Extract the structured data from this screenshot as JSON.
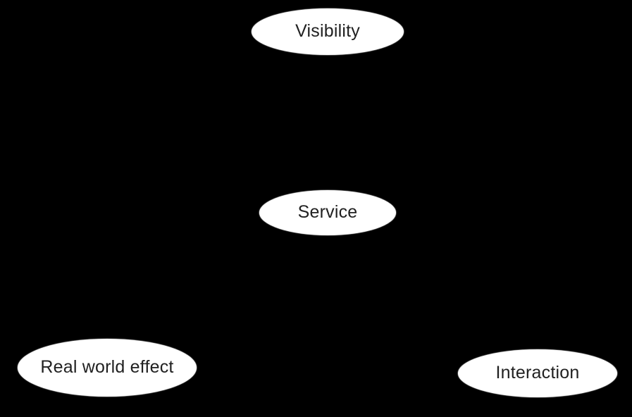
{
  "diagram": {
    "type": "node-diagram",
    "background_color": "#000000",
    "node_fill_color": "#ffffff",
    "node_text_color": "#212121",
    "edges_visible": false,
    "nodes": [
      {
        "id": "visibility",
        "label": "Visibility"
      },
      {
        "id": "service",
        "label": "Service"
      },
      {
        "id": "real-world-effect",
        "label": "Real world effect"
      },
      {
        "id": "interaction",
        "label": "Interaction"
      }
    ]
  }
}
